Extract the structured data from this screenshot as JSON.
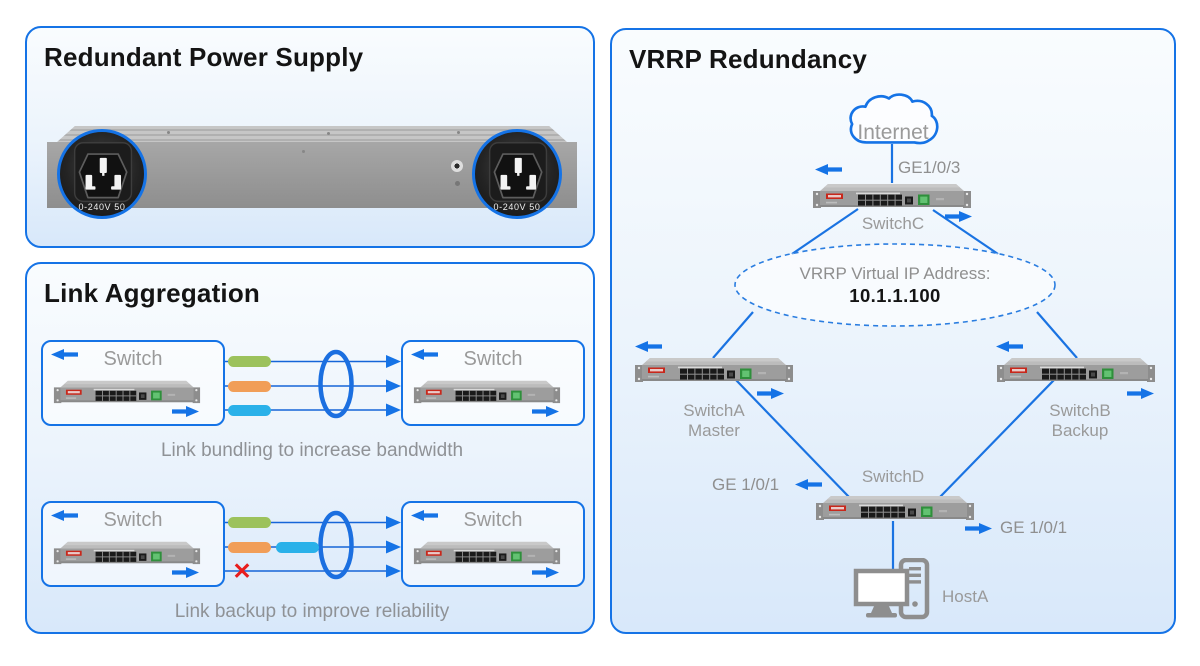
{
  "colors": {
    "accent_blue": "#1573e6",
    "green_link": "#9cc25c",
    "orange_link": "#f19e58",
    "blue_link": "#2ab1e9",
    "failure_red": "#e81d1d"
  },
  "power_panel": {
    "title": "Redundant Power Supply",
    "inlet_label": "0-240V 50"
  },
  "aggregation_panel": {
    "title": "Link Aggregation",
    "bundling": {
      "left_switch_label": "Switch",
      "right_switch_label": "Switch",
      "caption": "Link bundling to increase bandwidth"
    },
    "backup": {
      "left_switch_label": "Switch",
      "right_switch_label": "Switch",
      "caption": "Link backup to improve reliability"
    }
  },
  "vrrp_panel": {
    "title": "VRRP Redundancy",
    "internet_label": "Internet",
    "uplink_port_label": "GE1/0/3",
    "switch_c_label": "SwitchC",
    "vip_caption": "VRRP Virtual IP Address:",
    "vip_address": "10.1.1.100",
    "switch_a_label": "SwitchA",
    "switch_a_role": "Master",
    "switch_b_label": "SwitchB",
    "switch_b_role": "Backup",
    "switch_d_label": "SwitchD",
    "port_left_label": "GE 1/0/1",
    "port_right_label": "GE 1/0/1",
    "host_label": "HostA"
  }
}
